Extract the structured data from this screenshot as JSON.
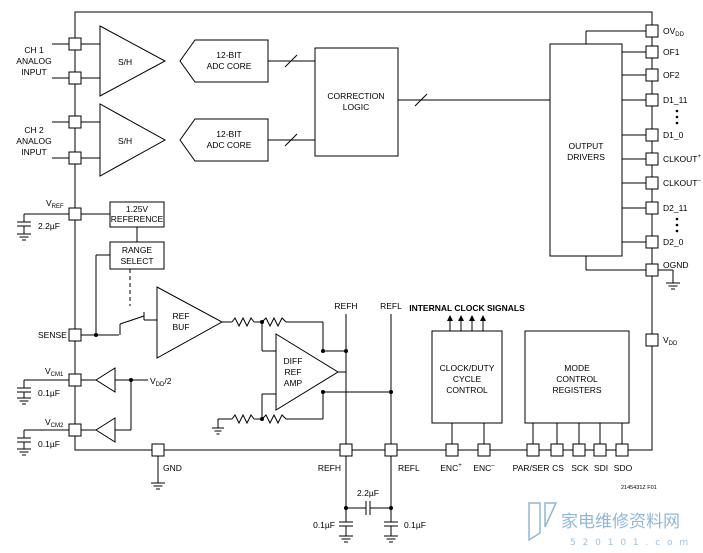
{
  "blocks": {
    "sh1": "S/H",
    "sh2": "S/H",
    "adc1": [
      "12-BIT",
      "ADC CORE"
    ],
    "adc2": [
      "12-BIT",
      "ADC CORE"
    ],
    "correction": [
      "CORRECTION",
      "LOGIC"
    ],
    "output": [
      "OUTPUT",
      "DRIVERS"
    ],
    "reference": [
      "1.25V",
      "REFERENCE"
    ],
    "range": [
      "RANGE",
      "SELECT"
    ],
    "refbuf": [
      "REF",
      "BUF"
    ],
    "diffamp": [
      "DIFF",
      "REF",
      "AMP"
    ],
    "clock": [
      "CLOCK/DUTY",
      "CYCLE",
      "CONTROL"
    ],
    "mode": [
      "MODE",
      "CONTROL",
      "REGISTERS"
    ]
  },
  "left_pins": {
    "ch1": [
      "CH 1",
      "ANALOG",
      "INPUT"
    ],
    "ch2": [
      "CH 2",
      "ANALOG",
      "INPUT"
    ],
    "vref": "V",
    "vref_sub": "REF",
    "sense": "SENSE",
    "vcm1": "V",
    "vcm1_sub": "CM1",
    "vcm2": "V",
    "vcm2_sub": "CM2",
    "vdd2": "V",
    "vdd2_sub": "DD",
    "vdd2_tail": "/2"
  },
  "right_pins": {
    "ovdd": "OV",
    "ovdd_sub": "DD",
    "of1": "OF1",
    "of2": "OF2",
    "d1_11": "D1_11",
    "d1_0": "D1_0",
    "clkout_p": "CLKOUT",
    "clkout_p_sup": "+",
    "clkout_n": "CLKOUT",
    "clkout_n_sup": "–",
    "d2_11": "D2_11",
    "d2_0": "D2_0",
    "ognd": "OGND",
    "vdd": "V",
    "vdd_sub": "DD"
  },
  "bottom_pins": {
    "gnd": "GND",
    "refh": "REFH",
    "refl": "REFL",
    "enc_p": "ENC",
    "enc_p_sup": "+",
    "enc_n": "ENC",
    "enc_n_sup": "–",
    "par_ser": "PAR/SER",
    "cs": "CS",
    "sck": "SCK",
    "sdi": "SDI",
    "sdo": "SDO"
  },
  "internal": {
    "refh_top": "REFH",
    "refl_top": "REFL",
    "clock_signals": "INTERNAL CLOCK SIGNALS"
  },
  "caps": {
    "vref_cap": "2.2µF",
    "vcm1_cap": "0.1µF",
    "vcm2_cap": "0.1µF",
    "ref_mid": "2.2µF",
    "refh_cap": "0.1µF",
    "refl_cap": "0.1µF"
  },
  "figure_id": "2145431Z F01",
  "watermark": {
    "text": "家电维修资料网",
    "url": "5 2 0 1 0 1 . c o m"
  }
}
